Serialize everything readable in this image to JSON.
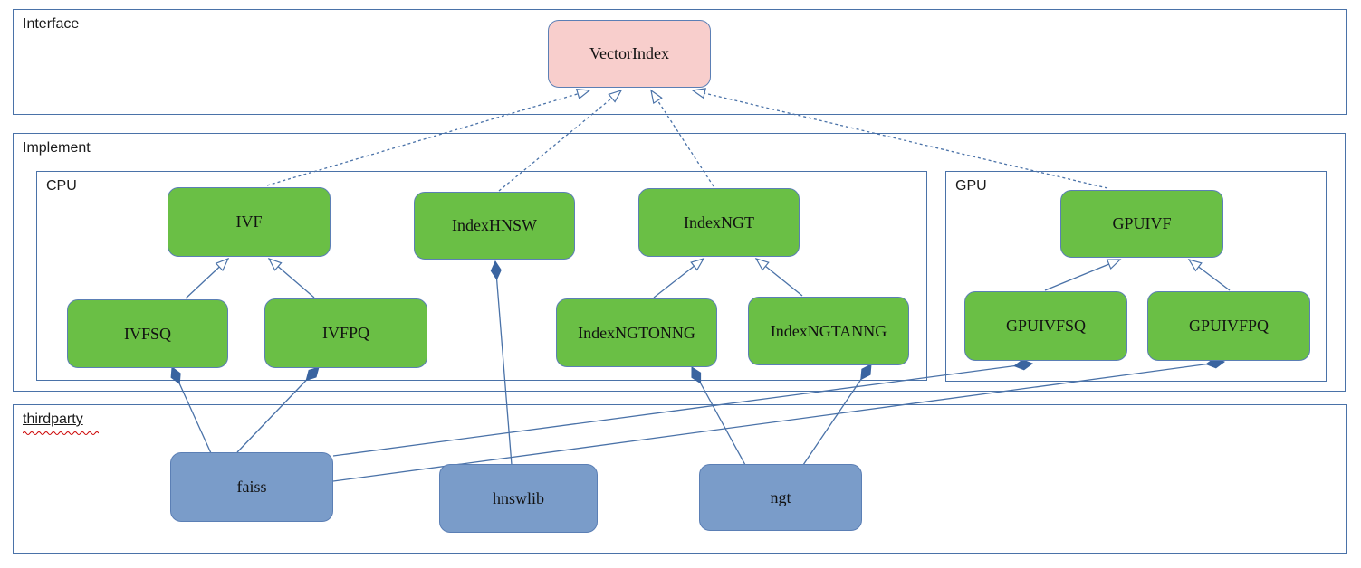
{
  "diagram": {
    "containers": {
      "interface": {
        "label": "Interface"
      },
      "implement": {
        "label": "Implement"
      },
      "cpu": {
        "label": "CPU"
      },
      "gpu": {
        "label": "GPU"
      },
      "thirdparty": {
        "label": "thirdparty"
      }
    },
    "nodes": {
      "vectorindex": {
        "label": "VectorIndex",
        "group": "interface"
      },
      "ivf": {
        "label": "IVF",
        "group": "cpu"
      },
      "indexhnsw": {
        "label": "IndexHNSW",
        "group": "cpu"
      },
      "indexngt": {
        "label": "IndexNGT",
        "group": "cpu"
      },
      "ivfsq": {
        "label": "IVFSQ",
        "group": "cpu"
      },
      "ivfpq": {
        "label": "IVFPQ",
        "group": "cpu"
      },
      "indexngtonng": {
        "label": "IndexNGTONNG",
        "group": "cpu"
      },
      "indexngtanng": {
        "label": "IndexNGTANNG",
        "group": "cpu"
      },
      "gpuivf": {
        "label": "GPUIVF",
        "group": "gpu"
      },
      "gpuivfsq": {
        "label": "GPUIVFSQ",
        "group": "gpu"
      },
      "gpuivfpq": {
        "label": "GPUIVFPQ",
        "group": "gpu"
      },
      "faiss": {
        "label": "faiss",
        "group": "thirdparty"
      },
      "hnswlib": {
        "label": "hnswlib",
        "group": "thirdparty"
      },
      "ngt": {
        "label": "ngt",
        "group": "thirdparty"
      }
    },
    "edges": [
      {
        "from": "IVF",
        "to": "VectorIndex",
        "type": "realization-dashed-open-arrow"
      },
      {
        "from": "IndexHNSW",
        "to": "VectorIndex",
        "type": "realization-dashed-open-arrow"
      },
      {
        "from": "IndexNGT",
        "to": "VectorIndex",
        "type": "realization-dashed-open-arrow"
      },
      {
        "from": "GPUIVF",
        "to": "VectorIndex",
        "type": "realization-dashed-open-arrow"
      },
      {
        "from": "IVFSQ",
        "to": "IVF",
        "type": "generalization-open-arrow"
      },
      {
        "from": "IVFPQ",
        "to": "IVF",
        "type": "generalization-open-arrow"
      },
      {
        "from": "IndexNGTONNG",
        "to": "IndexNGT",
        "type": "generalization-open-arrow"
      },
      {
        "from": "IndexNGTANNG",
        "to": "IndexNGT",
        "type": "generalization-open-arrow"
      },
      {
        "from": "GPUIVFSQ",
        "to": "GPUIVF",
        "type": "generalization-open-arrow"
      },
      {
        "from": "GPUIVFPQ",
        "to": "GPUIVF",
        "type": "generalization-open-arrow"
      },
      {
        "from": "faiss",
        "to": "IVFSQ",
        "type": "composition-filled-diamond"
      },
      {
        "from": "faiss",
        "to": "IVFPQ",
        "type": "composition-filled-diamond"
      },
      {
        "from": "faiss",
        "to": "GPUIVFSQ",
        "type": "composition-filled-diamond"
      },
      {
        "from": "faiss",
        "to": "GPUIVFPQ",
        "type": "composition-filled-diamond"
      },
      {
        "from": "hnswlib",
        "to": "IndexHNSW",
        "type": "composition-filled-diamond"
      },
      {
        "from": "ngt",
        "to": "IndexNGTONNG",
        "type": "composition-filled-diamond"
      },
      {
        "from": "ngt",
        "to": "IndexNGTANNG",
        "type": "composition-filled-diamond"
      }
    ],
    "colors": {
      "interface_node_fill": "#f8cecc",
      "implement_node_fill": "#6abf45",
      "thirdparty_node_fill": "#7a9cc9",
      "node_border": "#5b7fb5",
      "container_border": "#4a72a8",
      "edge_line": "#4a72a8",
      "diamond_fill": "#3a64a0",
      "spellcheck_underline": "#cc0000"
    }
  }
}
